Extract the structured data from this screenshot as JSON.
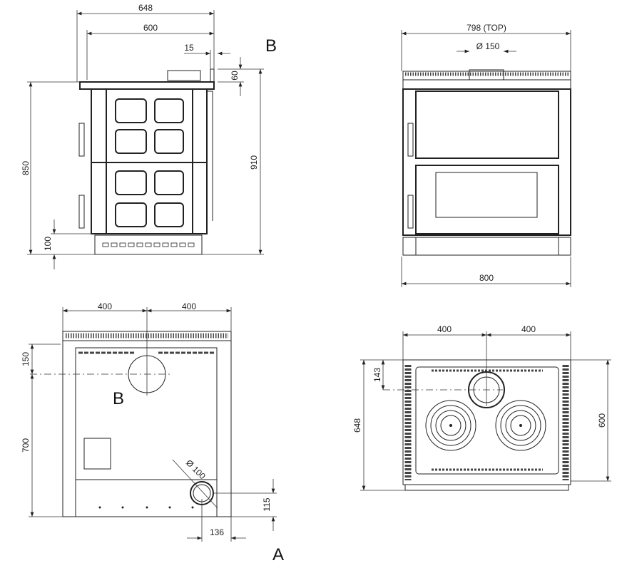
{
  "side_view": {
    "dim_width_total": "648",
    "dim_width_body": "600",
    "dim_offset": "15",
    "dim_flue_height": "60",
    "dim_height_top": "850",
    "dim_height_total": "910",
    "dim_base": "100",
    "section_label": "B"
  },
  "front_view": {
    "dim_top": "798  (TOP)",
    "dim_flue_diameter": "Ø 150",
    "dim_base_width": "800"
  },
  "back_view": {
    "dim_left": "400",
    "dim_right": "400",
    "dim_flue_offset": "150",
    "dim_depth": "700",
    "dim_outlet_height": "115",
    "dim_outlet_offset": "136",
    "dim_outlet_diameter": "Ø 100",
    "label_b": "B",
    "label_a": "A"
  },
  "top_view": {
    "dim_left": "400",
    "dim_right": "400",
    "dim_flue_offset": "143",
    "dim_depth_total": "648",
    "dim_depth_body": "600"
  }
}
